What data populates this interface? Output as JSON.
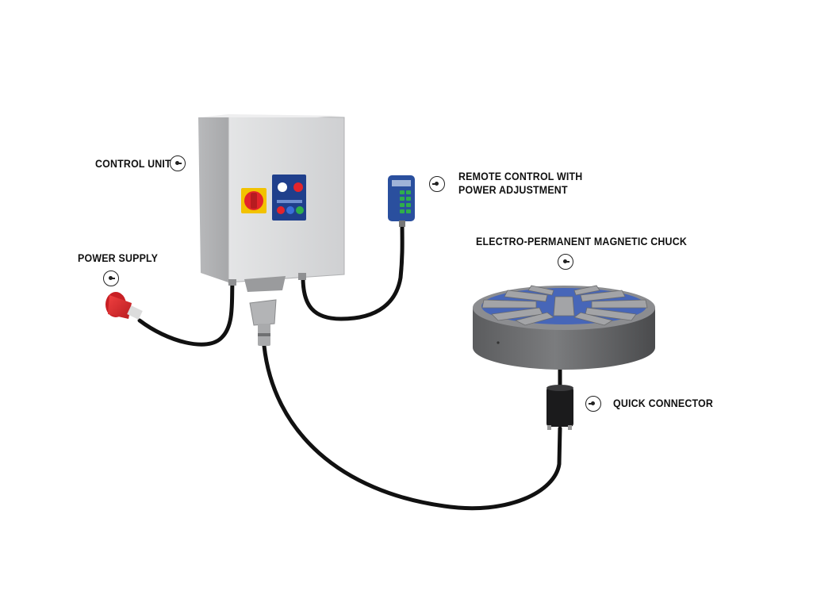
{
  "labels": {
    "control_unit": "CONTROL UNIT",
    "power_supply": "POWER SUPPLY",
    "remote_line1": "REMOTE CONTROL WITH",
    "remote_line2": "POWER ADJUSTMENT",
    "chuck": "ELECTRO-PERMANENT MAGNETIC CHUCK",
    "quick_connector": "QUICK CONNECTOR"
  },
  "colors": {
    "cable": "#111111",
    "cabinet": "#d9dadb",
    "emergency_stop": "#e3242b",
    "emergency_base": "#f2c200",
    "panel_blue": "#1f3f8c",
    "remote_blue": "#2a4f9e",
    "remote_button": "#2fae4b",
    "plug_red": "#e1262b",
    "chuck_body": "#6d6e70",
    "chuck_blue": "#3b5fbf"
  },
  "icons": [
    "hotspot-icon"
  ]
}
